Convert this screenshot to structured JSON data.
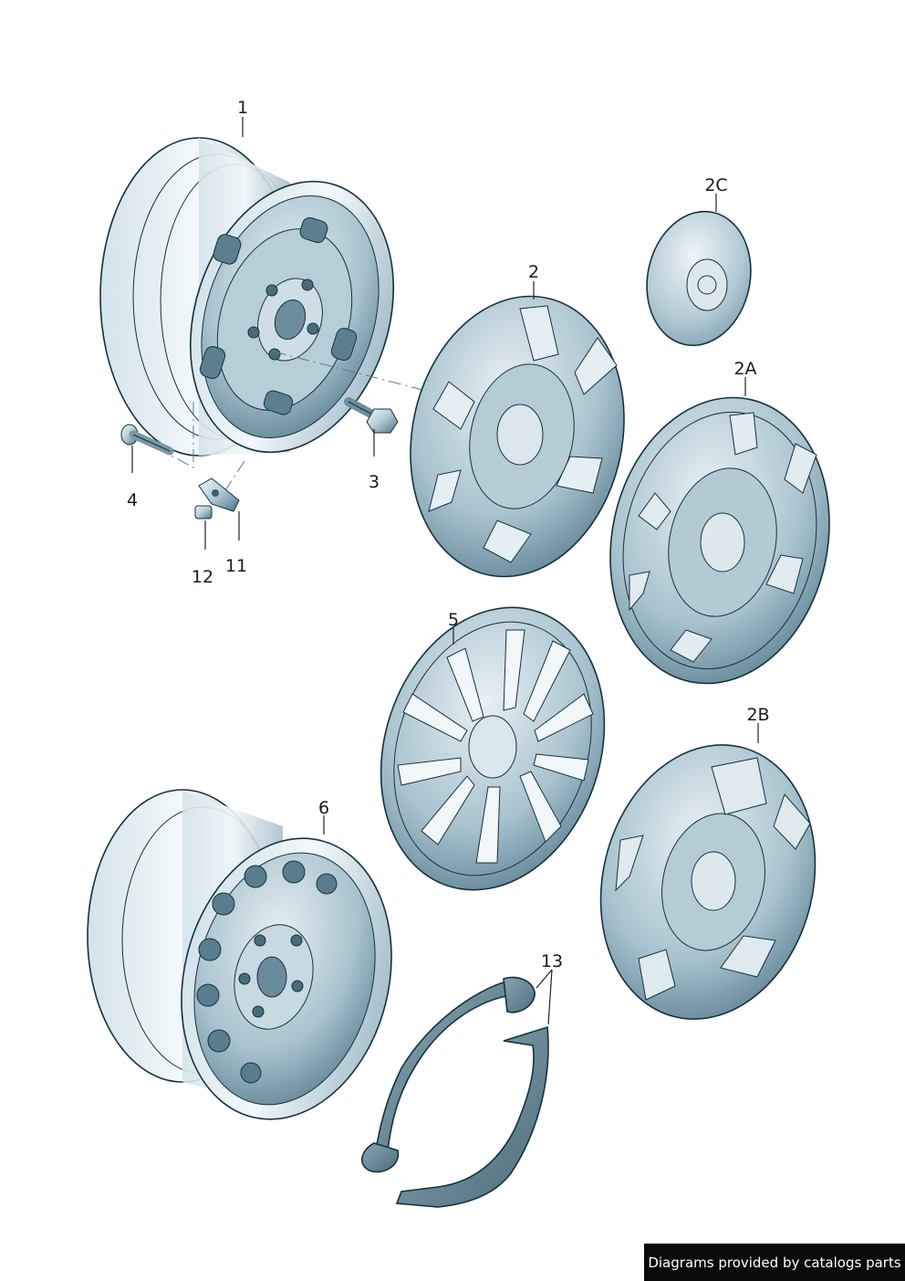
{
  "diagram": {
    "callouts": {
      "p1": "1",
      "p2": "2",
      "p2A": "2A",
      "p2B": "2B",
      "p2C": "2C",
      "p3": "3",
      "p4": "4",
      "p5": "5",
      "p6": "6",
      "p11": "11",
      "p12": "12",
      "p13": "13"
    },
    "colors": {
      "metal_light": "#e4eef3",
      "metal_mid": "#a9c3cf",
      "metal_dark": "#4f7385",
      "outline": "#14323f"
    }
  },
  "footer": {
    "text": "Diagrams provided by catalogs parts"
  }
}
